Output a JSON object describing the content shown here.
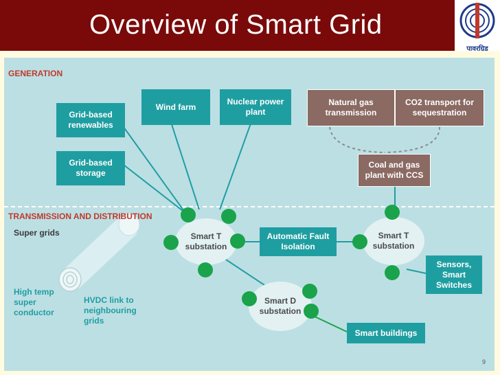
{
  "title": "Overview of Smart Grid",
  "logo": {
    "text": "पावरग्रिड"
  },
  "sections": {
    "generation": "GENERATION",
    "transmission": "TRANSMISSION AND DISTRIBUTION"
  },
  "generation": {
    "grid_renewables": "Grid-based renewables",
    "grid_storage": "Grid-based storage",
    "wind_farm": "Wind farm",
    "nuclear": "Nuclear power plant",
    "natural_gas": "Natural gas transmission",
    "co2": "CO2 transport for sequestration",
    "coal_gas": "Coal and gas plant with CCS"
  },
  "transmission": {
    "super_grids": "Super grids",
    "high_temp": "High temp super conductor",
    "hvdc": "HVDC link to neighbouring grids",
    "smart_t_left": "Smart T substation",
    "smart_t_right": "Smart T substation",
    "smart_d": "Smart D substation",
    "fault_isolation": "Automatic Fault Isolation",
    "sensors": "Sensors, Smart Switches",
    "smart_buildings": "Smart buildings"
  },
  "page_number": "9",
  "colors": {
    "header": "#7a0a0a",
    "panel": "#bcdfe4",
    "teal": "#1f9ea1",
    "brown": "#8a6a62",
    "green": "#1aa34a",
    "section": "#c0392b"
  }
}
